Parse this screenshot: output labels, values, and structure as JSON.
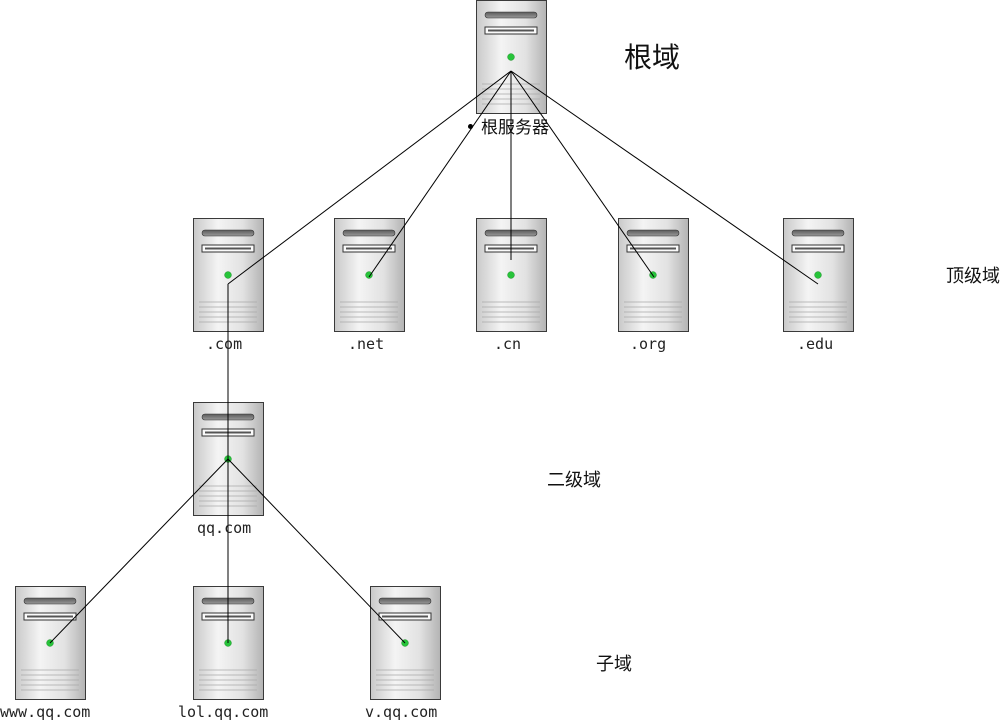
{
  "tiers": {
    "root": "根域",
    "top_level": "顶级域",
    "second_level": "二级域",
    "subdomain": "子域"
  },
  "root_server": {
    "label": "根服务器"
  },
  "top_level_servers": [
    {
      "label": ".com"
    },
    {
      "label": ".net"
    },
    {
      "label": ".cn"
    },
    {
      "label": ".org"
    },
    {
      "label": ".edu"
    }
  ],
  "second_level_server": {
    "label": "qq.com"
  },
  "subdomain_servers": [
    {
      "label": "www.qq.com"
    },
    {
      "label": "lol.qq.com"
    },
    {
      "label": "v.qq.com"
    }
  ],
  "colors": {
    "led": "#27c43a",
    "line": "#000000"
  }
}
